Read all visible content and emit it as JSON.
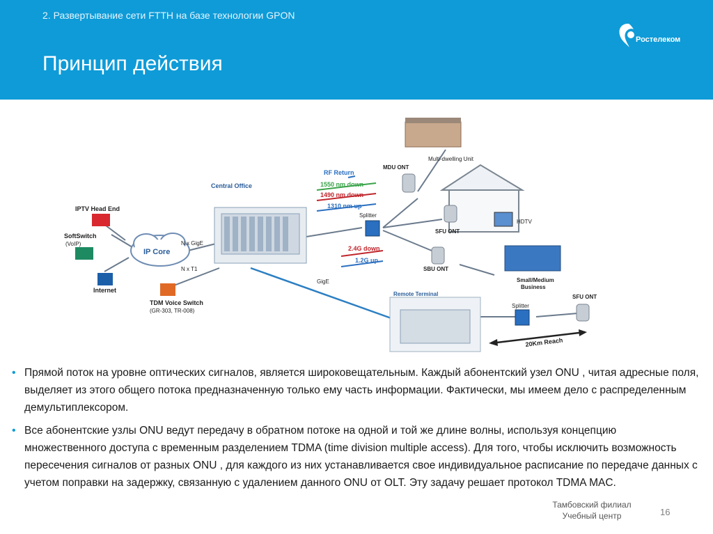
{
  "header": {
    "subtitle": "2. Развертывание сети FTTH на базе технологии GPON",
    "title": "Принцип действия",
    "logo_text": "Ростелеком",
    "colors": {
      "header_bg": "#0e9bd8",
      "accent": "#0e9bd8"
    }
  },
  "diagram": {
    "labels": {
      "central_office": "Central Office",
      "iptv": "IPTV Head End",
      "softswitch": "SoftSwitch",
      "voip": "(VoIP)",
      "ip_core": "IP Core",
      "internet": "Internet",
      "tdm": "TDM Voice Switch",
      "tdm_sub": "(GR-303, TR-008)",
      "n_gige": "N x GigE",
      "n_t1": "N x T1",
      "gige": "GigE",
      "rf_return": "RF Return",
      "nm1550": "1550 nm down",
      "nm1490": "1490 nm down",
      "nm1310": "1310 nm up",
      "splitter1": "Splitter",
      "down24": "2.4G down",
      "up12": "1.2G up",
      "mdu_ont": "MDU ONT",
      "mdu": "Multi-dwelling Unit",
      "sfu_ont1": "SFU ONT",
      "hdtv": "HDTV",
      "sbu_ont": "SBU ONT",
      "smb1": "Small/Medium",
      "smb2": "Business",
      "remote_terminal": "Remote Terminal",
      "splitter2": "Splitter",
      "sfu_ont2": "SFU ONT",
      "reach": "20Km Reach"
    }
  },
  "bullets": [
    "Прямой поток на уровне оптических сигналов, является широковещательным. Каждый абонентский узел ONU , читая адресные  поля, выделяет из этого общего потока предназначенную только ему часть информации. Фактически, мы имеем дело с распределенным демультиплексором.",
    "Все абонентские узлы ONU ведут передачу в обратном потоке на одной и той же длине волны, используя концепцию множественного доступа с временным разделением TDMA (time division multiple access). Для того, чтобы исключить возможность пересечения сигналов от разных ONU , для каждого из них устанавливается свое индивидуальное расписание по передаче данных с  учетом поправки на задержку, связанную с удалением  данного ONU от OLT. Эту задачу решает протокол TDMA MAC."
  ],
  "footer": {
    "line1": "Тамбовский филиал",
    "line2": "Учебный центр",
    "page": "16"
  }
}
